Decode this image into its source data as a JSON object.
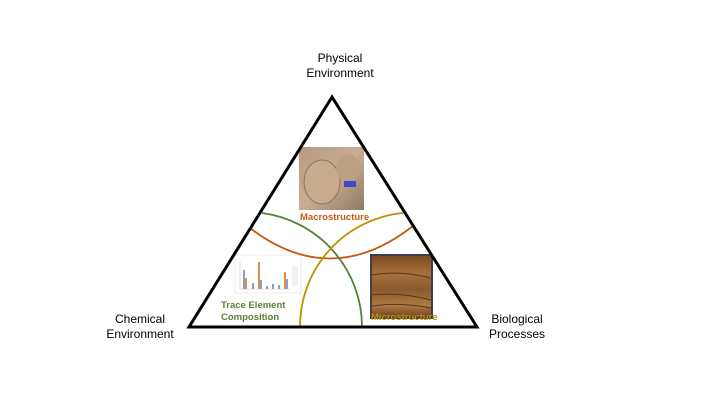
{
  "vertices": {
    "top": [
      "Physical",
      "Environment"
    ],
    "left": [
      "Chemical",
      "Environment"
    ],
    "right": [
      "Biological",
      "Processes"
    ]
  },
  "regions": {
    "macro": {
      "label": "Macrostructure",
      "color": "#c55a11"
    },
    "trace": {
      "label_lines": [
        "Trace Element",
        "Composition"
      ],
      "color": "#548235"
    },
    "micro": {
      "label": "Microstructure",
      "color": "#bf9000"
    }
  }
}
